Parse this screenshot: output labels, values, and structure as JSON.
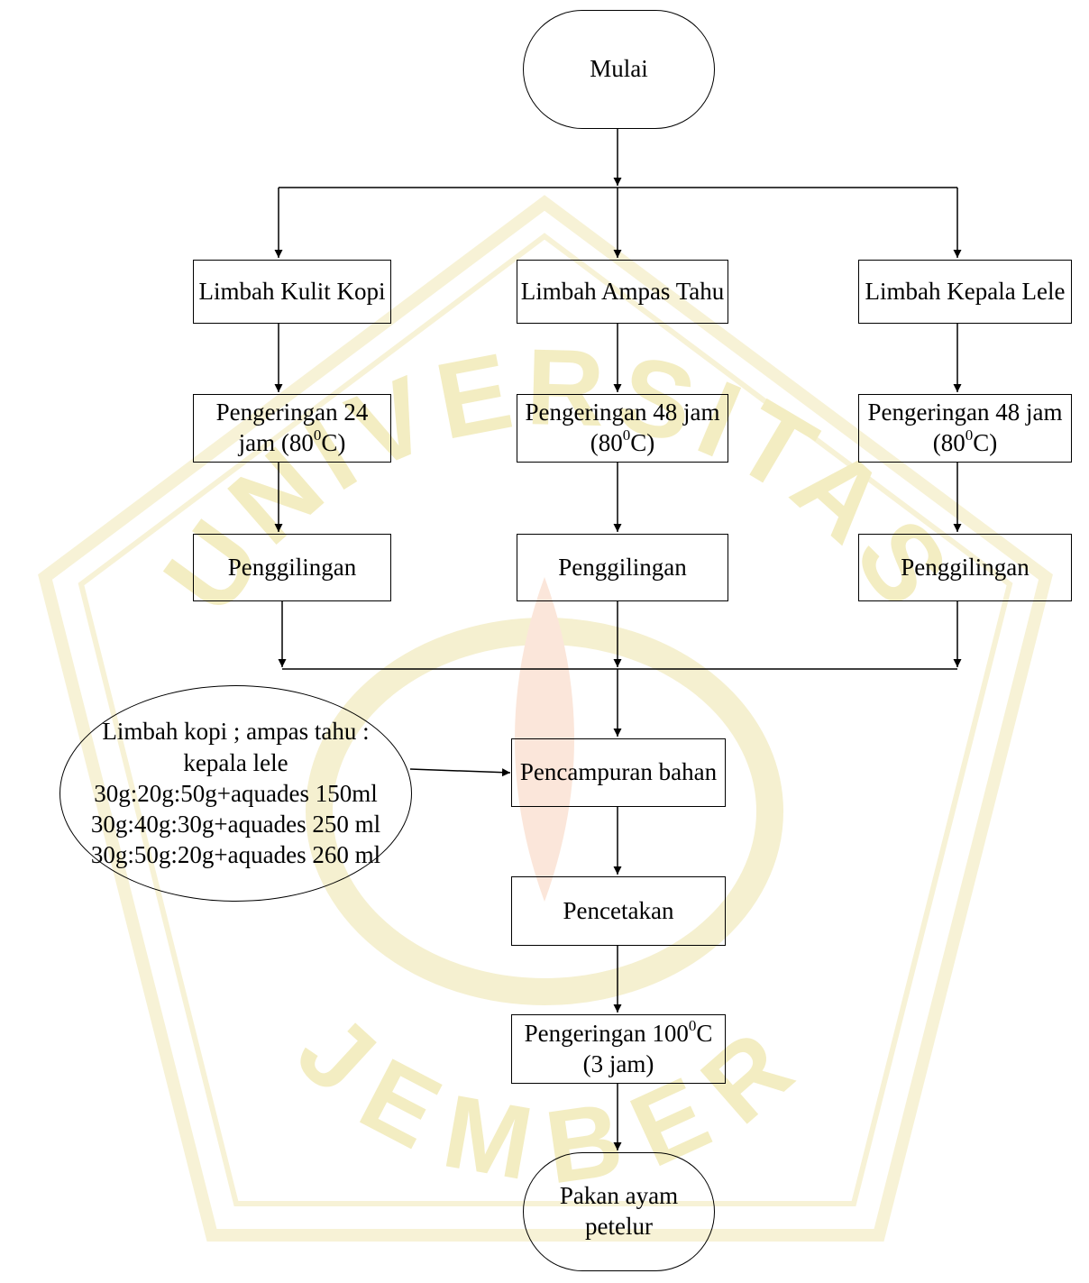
{
  "nodes": {
    "start": {
      "lines": [
        "Mulai"
      ]
    },
    "kulit_kopi": {
      "lines": [
        "Limbah Kulit Kopi"
      ]
    },
    "ampas_tahu": {
      "lines": [
        "Limbah Ampas Tahu"
      ]
    },
    "kepala_lele": {
      "lines": [
        "Limbah Kepala Lele"
      ]
    },
    "dry_kopi": {
      "line1": "Pengeringan 24",
      "line2_pre": "jam (80",
      "sup": "0",
      "line2_post": "C)"
    },
    "dry_tahu": {
      "line1": "Pengeringan 48 jam",
      "line2_pre": "(80",
      "sup": "0",
      "line2_post": "C)"
    },
    "dry_lele": {
      "line1": "Pengeringan 48 jam",
      "line2_pre": "(80",
      "sup": "0",
      "line2_post": "C)"
    },
    "grind_kopi": {
      "lines": [
        "Penggilingan"
      ]
    },
    "grind_tahu": {
      "lines": [
        "Penggilingan"
      ]
    },
    "grind_lele": {
      "lines": [
        "Penggilingan"
      ]
    },
    "composition": {
      "lines": [
        "Limbah kopi ; ampas tahu :",
        "kepala lele",
        "30g:20g:50g+aquades 150ml",
        "30g:40g:30g+aquades 250 ml",
        "30g:50g:20g+aquades 260 ml"
      ]
    },
    "mixing": {
      "lines": [
        "Pencampuran bahan"
      ]
    },
    "molding": {
      "lines": [
        "Pencetakan"
      ]
    },
    "final_dry": {
      "line1_pre": "Pengeringan 100",
      "sup": "0",
      "line1_post": "C",
      "line2": "(3 jam)"
    },
    "end": {
      "lines": [
        "Pakan ayam",
        "petelur"
      ]
    }
  },
  "watermark": {
    "text_top": "UNIVERSITAS",
    "text_bottom": "JEMBER",
    "color": "#f3edc2"
  }
}
